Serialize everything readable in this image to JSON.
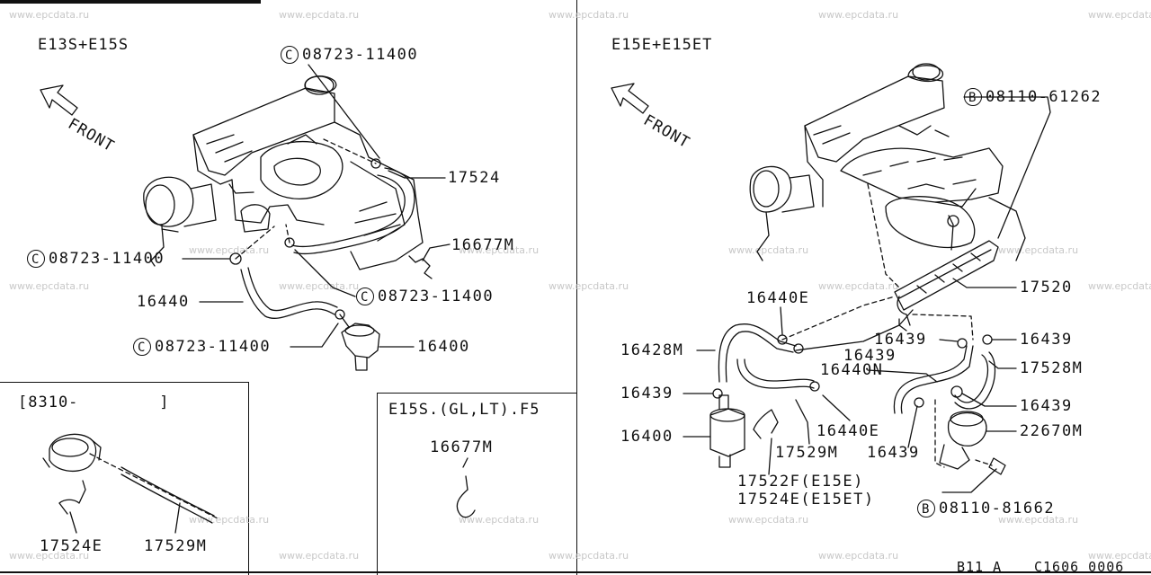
{
  "watermark": "www.epcdata.ru",
  "left_panel": {
    "title": "E13S+E15S",
    "front": "FRONT",
    "labels": {
      "clip_top": {
        "prefix": "C",
        "part": "08723-11400"
      },
      "hose_17524": "17524",
      "connector_16677m": "16677M",
      "clip_left": {
        "prefix": "C",
        "part": "08723-11400"
      },
      "clip_mid": {
        "prefix": "C",
        "part": "08723-11400"
      },
      "hose_16440": "16440",
      "clip_bottom": {
        "prefix": "C",
        "part": "08723-11400"
      },
      "filter_16400": "16400"
    }
  },
  "inset_8310": {
    "title": "[8310-        ]",
    "labels": {
      "p17524e": "17524E",
      "p17529m": "17529M"
    }
  },
  "inset_e15s": {
    "title": "E15S.(GL,LT).F5",
    "labels": {
      "p16677m": "16677M"
    }
  },
  "right_panel": {
    "title": "E15E+E15ET",
    "front": "FRONT",
    "labels": {
      "bolt_top": {
        "prefix": "B",
        "part": "08110-61262"
      },
      "rail_17520": "17520",
      "hose_16440e_top": "16440E",
      "hose_16428m": "16428M",
      "clamp_16439_a": "16439",
      "clamp_16439_b": "16439",
      "clamp_16439_c": "16439",
      "hose_16440n": "16440N",
      "hose_17528m": "17528M",
      "clamp_16439_d": "16439",
      "clamp_16439_e": "16439",
      "regulator_22670m": "22670M",
      "filter_16400": "16400",
      "hose_17529m": "17529M",
      "hose_16440e_bottom": "16440E",
      "clamp_16439_f": "16439",
      "clip_17522f": "17522F(E15E)",
      "clip_17524e": "17524E(E15ET)",
      "bolt_bottom": {
        "prefix": "B",
        "part": "08110-81662"
      }
    }
  },
  "footer": {
    "model": "B11 A",
    "code": "C1606 0006"
  }
}
